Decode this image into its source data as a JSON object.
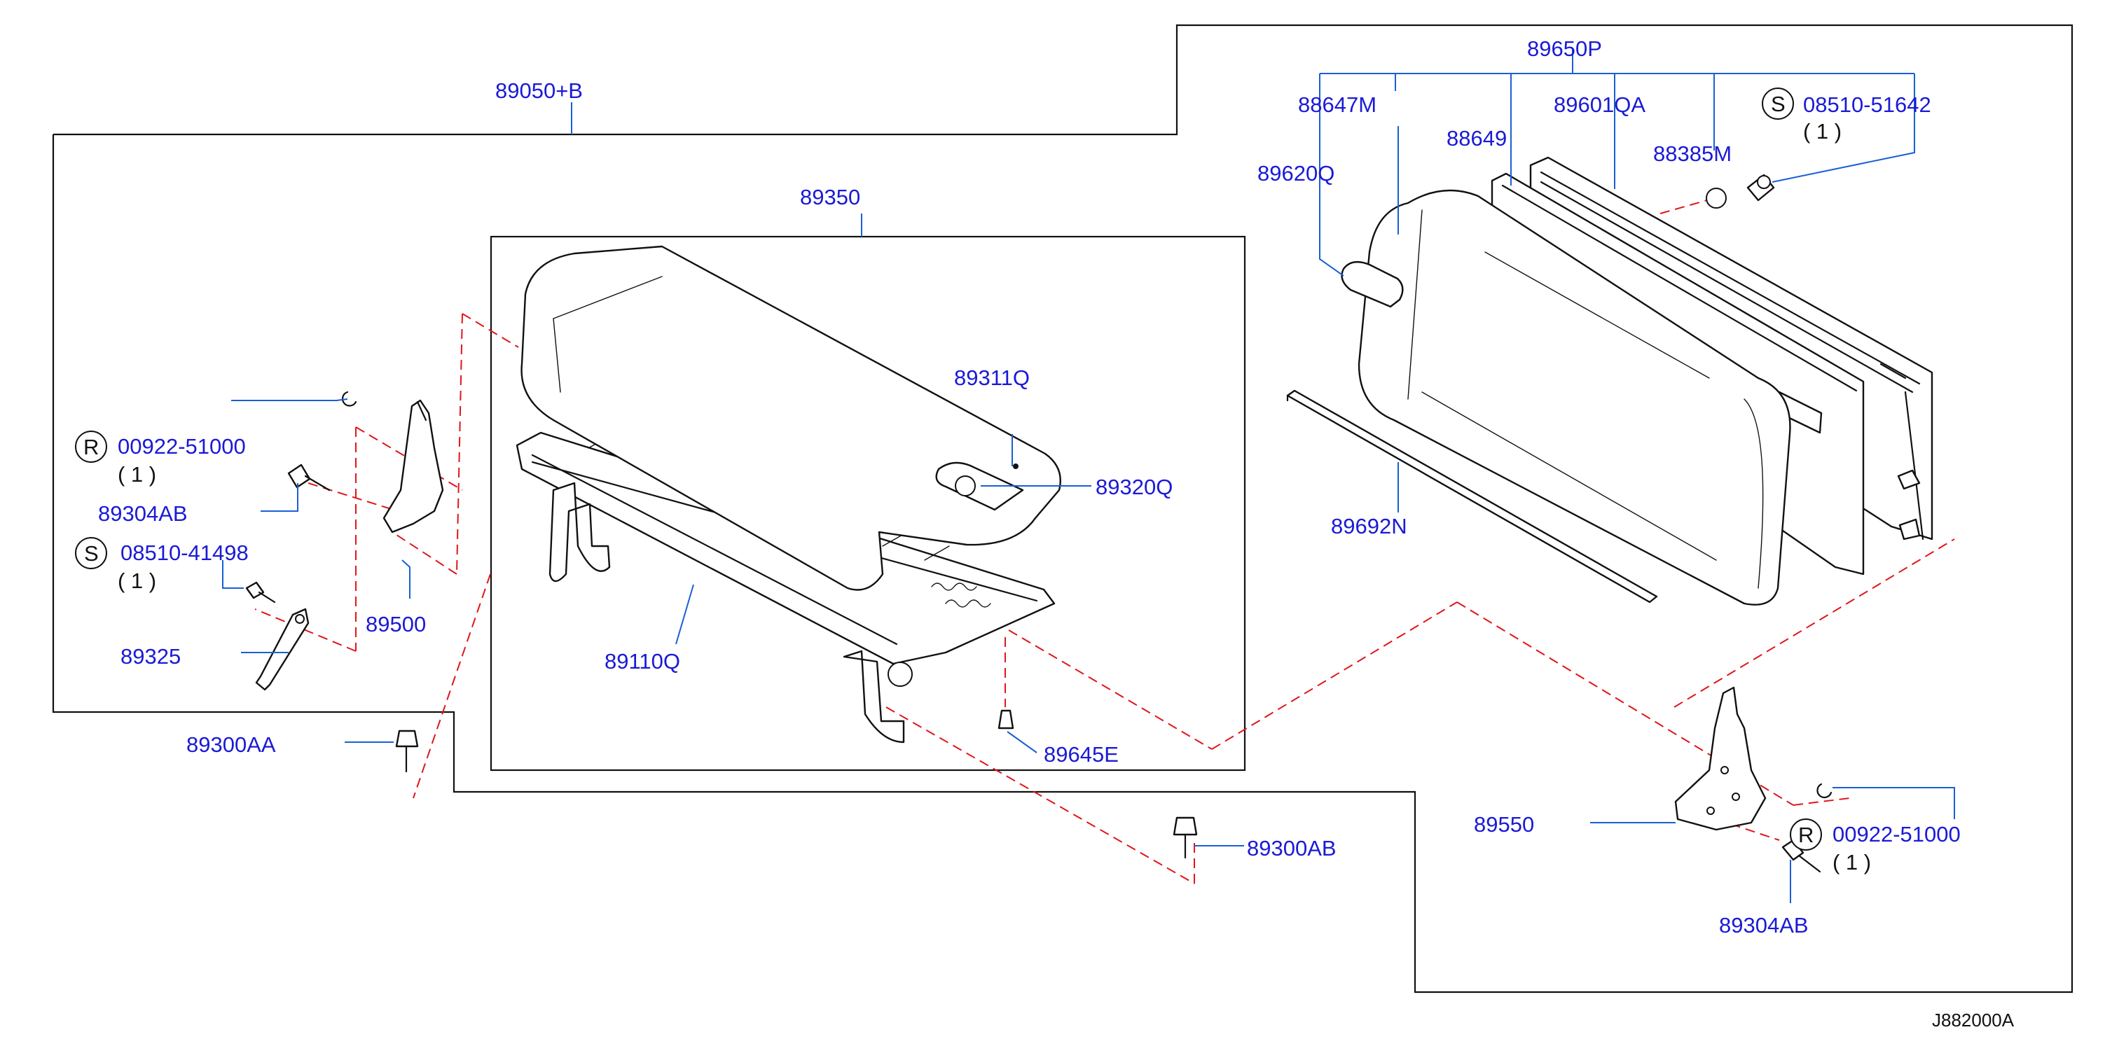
{
  "diagram": {
    "reference_code": "J882000A",
    "labels": {
      "assembly_outer": "89050+B",
      "cushion_assembly": "89350",
      "back_assembly": "89650P",
      "p88647m": "88647M",
      "p88649": "88649",
      "p89601qa": "89601QA",
      "p88385m": "88385M",
      "p89620q": "89620Q",
      "p89311q": "89311Q",
      "p89320q": "89320Q",
      "p89110q": "89110Q",
      "p89645e": "89645E",
      "p89500": "89500",
      "p89325": "89325",
      "p89300aa": "89300AA",
      "p89300ab": "89300AB",
      "p89550": "89550",
      "p89304ab": "89304AB",
      "p89304ab_left": "89304AB",
      "p89692n": "89692N",
      "r_clip_left": "00922-51000",
      "r_clip_right": "00922-51000",
      "s_screw_left": "08510-41498",
      "s_screw_right": "08510-51642"
    },
    "prefix_symbols": {
      "r_left": "R",
      "s_left": "S",
      "s_right": "S",
      "r_right": "R"
    },
    "quantities": {
      "r_clip_left": "( 1 )",
      "s_screw_left": "( 1 )",
      "s_screw_right": "( 1 )",
      "r_clip_right": "( 1 )"
    },
    "colors": {
      "label_text": "#1a1ad6",
      "leader_line": "#1a5fd6",
      "hidden_line": "#e0161a",
      "outline": "#111111"
    }
  }
}
